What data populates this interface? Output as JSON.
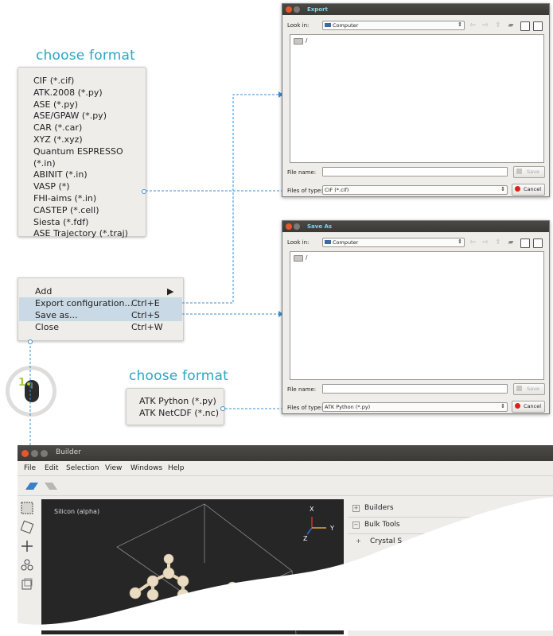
{
  "formats_panel": {
    "heading": "choose format",
    "items": [
      "CIF (*.cif)",
      "ATK.2008 (*.py)",
      "ASE (*.py)",
      "ASE/GPAW (*.py)",
      "CAR (*.car)",
      "XYZ (*.xyz)",
      "Quantum ESPRESSO (*.in)",
      "ABINIT (*.in)",
      "VASP (*)",
      "FHI-aims (*.in)",
      "CASTEP (*.cell)",
      "Siesta (*.fdf)",
      "ASE Trajectory (*.traj)"
    ]
  },
  "file_menu": {
    "add": "Add",
    "add_arrow": "▶",
    "export_label": "Export configuration...",
    "export_shortcut": "Ctrl+E",
    "saveas_label": "Save as...",
    "saveas_shortcut": "Ctrl+S",
    "close_label": "Close",
    "close_shortcut": "Ctrl+W"
  },
  "atk_formats_panel": {
    "heading": "choose format",
    "items": [
      "ATK Python (*.py)",
      "ATK NetCDF (*.nc)"
    ]
  },
  "step_badge": {
    "number": "1"
  },
  "export_dialog": {
    "title": "Export",
    "look_in_label": "Look in:",
    "look_in_value": "Computer",
    "root_entry": "/",
    "file_name_label": "File name:",
    "file_name_value": "",
    "files_of_type_label": "Files of type:",
    "files_of_type_value": "CIF (*.cif)",
    "save_button": "Save",
    "cancel_button": "Cancel"
  },
  "saveas_dialog": {
    "title": "Save As",
    "look_in_label": "Look in:",
    "look_in_value": "Computer",
    "root_entry": "/",
    "file_name_label": "File name:",
    "file_name_value": "",
    "files_of_type_label": "Files of type:",
    "files_of_type_value": "ATK Python (*.py)",
    "save_button": "Save",
    "cancel_button": "Cancel"
  },
  "builder": {
    "title": "Builder",
    "menu": [
      "File",
      "Edit",
      "Selection",
      "View",
      "Windows",
      "Help"
    ],
    "viewport_label": "Silicon (alpha)",
    "axis_x": "X",
    "axis_y": "Y",
    "axis_z": "Z",
    "sidebar": {
      "builders": "Builders",
      "bulk_tools": "Bulk Tools",
      "crystal": "Crystal S"
    }
  },
  "colors": {
    "accent": "#2aa6c4",
    "connector": "#3a8fd6",
    "highlight": "#c9d9e5",
    "badge_number": "#a4cc3a",
    "dialog_title": "#7fd3f0"
  }
}
